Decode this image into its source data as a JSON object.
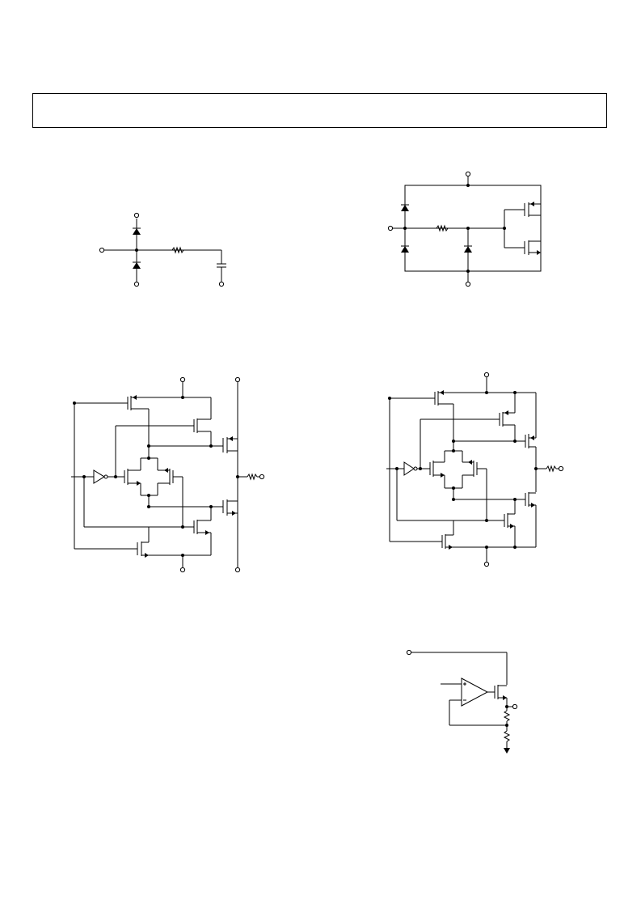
{
  "header": {
    "title": ""
  },
  "diagrams": [
    {
      "id": "input-protection-circuit",
      "icon": "diode-resistor-capacitor-schematic"
    },
    {
      "id": "output-protection-circuit",
      "icon": "diode-mosfet-clamp-schematic"
    },
    {
      "id": "output-stage-circuit-a",
      "icon": "cmos-transmission-gate-schematic"
    },
    {
      "id": "output-stage-circuit-b",
      "icon": "cmos-transmission-gate-schematic"
    },
    {
      "id": "buffer-circuit",
      "icon": "opamp-follower-schematic"
    }
  ]
}
